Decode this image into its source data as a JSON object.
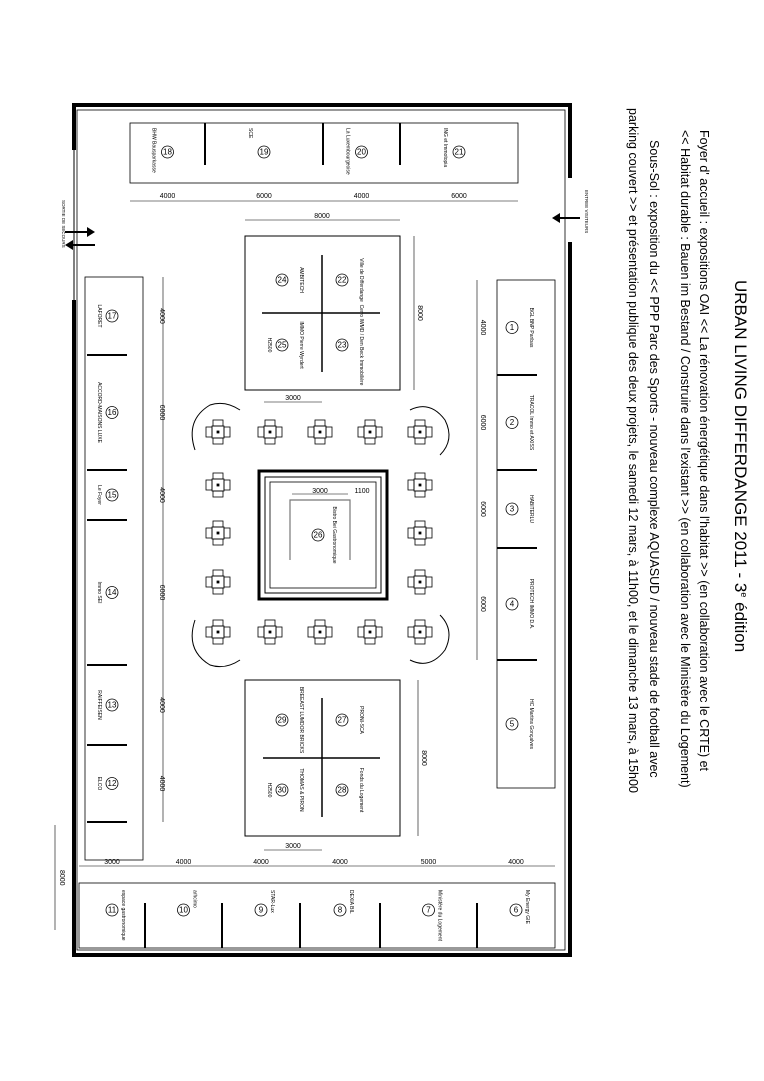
{
  "title": "URBAN LIVING DIFFERDANGE 2011 - 3",
  "title_sup": "e",
  "title_end": " édition",
  "lines": [
    "Foyer d' accueil : expositions OAI << La rénovation énergétique dans l'habitat >> (en collaboration avec le CRTE) et",
    "<< Habitat durable : Bauen im Bestand / Construire dans l'existant >> (en collaboration avec le Ministère du Logement)",
    "Sous-Sol : exposition du << PPP Parc des Sports - nouveau complexe AQUASUD / nouveau stade de football avec",
    "parking couvert >> et présentation publique des deux projets, le samedi 12 mars, à 11h00, et le dimanche 13 mars, à 15h00"
  ],
  "entrance_label": "ENTREE VISITEURS",
  "exit_label": "SORTIE DE SECOURS",
  "right_stands": [
    {
      "num": "1",
      "name": "BGL BNP Paribas"
    },
    {
      "num": "2",
      "name": "TRACOL Immo et AXISS"
    },
    {
      "num": "3",
      "name": "HABITERLU"
    },
    {
      "num": "4",
      "name": "PROTECH IMMO D.A."
    },
    {
      "num": "5",
      "name": "HC Martins Gonçalves"
    }
  ],
  "right_dims": [
    "4000",
    "6000",
    "6000",
    "6000"
  ],
  "bottom_stands": [
    {
      "num": "6",
      "name": "My Energy GIE"
    },
    {
      "num": "7",
      "name": "Ministère du Logement"
    },
    {
      "num": "8",
      "name": "DEXIA BIL"
    },
    {
      "num": "9",
      "name": "STAR-Lux"
    },
    {
      "num": "10",
      "name": "arhcimo"
    },
    {
      "num": "11",
      "name": "espace gastronomique"
    }
  ],
  "bottom_dims": [
    "4000",
    "5000",
    "4000",
    "4000",
    "4000",
    "3000"
  ],
  "top_stands": [
    {
      "num": "18",
      "name": "BHW Bausparkasse"
    },
    {
      "num": "19",
      "name": "SCE"
    },
    {
      "num": "20",
      "name": "La Luxembourgeoise"
    },
    {
      "num": "21",
      "name": "ING et Immotopia"
    }
  ],
  "top_dims": [
    "4000",
    "6000",
    "4000",
    "6000"
  ],
  "left_stands": [
    {
      "num": "17",
      "name": "LAFORET"
    },
    {
      "num": "16",
      "name": "ACCORD-MAISONS LUXE"
    },
    {
      "num": "15",
      "name": "Le Foyer"
    },
    {
      "num": "14",
      "name": "Immo SEI"
    },
    {
      "num": "13",
      "name": "RAIFFEISEN"
    },
    {
      "num": "12",
      "name": "ELCO"
    }
  ],
  "left_dims": [
    "4000",
    "6000",
    "4000",
    "6000",
    "4000",
    "4000"
  ],
  "pavilion_a": {
    "width": "8000",
    "height": "8000",
    "aisle": "3000",
    "stands": [
      {
        "num": "22",
        "name": "Ville de Differdange"
      },
      {
        "num": "23",
        "name": "Cerro IWMD / Den Beck Immobilière"
      },
      {
        "num": "24",
        "name": "AMBITECH"
      },
      {
        "num": "25",
        "name": "IMMO Pierre Wyrdert"
      }
    ],
    "extra": "H2500"
  },
  "pavilion_b": {
    "height": "8000",
    "aisle": "3000",
    "stands": [
      {
        "num": "27",
        "name": "PRONI-SCA"
      },
      {
        "num": "28",
        "name": "Fonds du Logement"
      },
      {
        "num": "29",
        "name": "BREEAST LUMDOR BRICKS"
      },
      {
        "num": "30",
        "name": "THOMAS & PIRON"
      }
    ],
    "extra": "H2500"
  },
  "center": {
    "num": "26",
    "name": "Bistro Bei Gastronomique",
    "dim1": "3000",
    "dim2": "1100",
    "aisle": "3000"
  },
  "outer_dim": "8000"
}
